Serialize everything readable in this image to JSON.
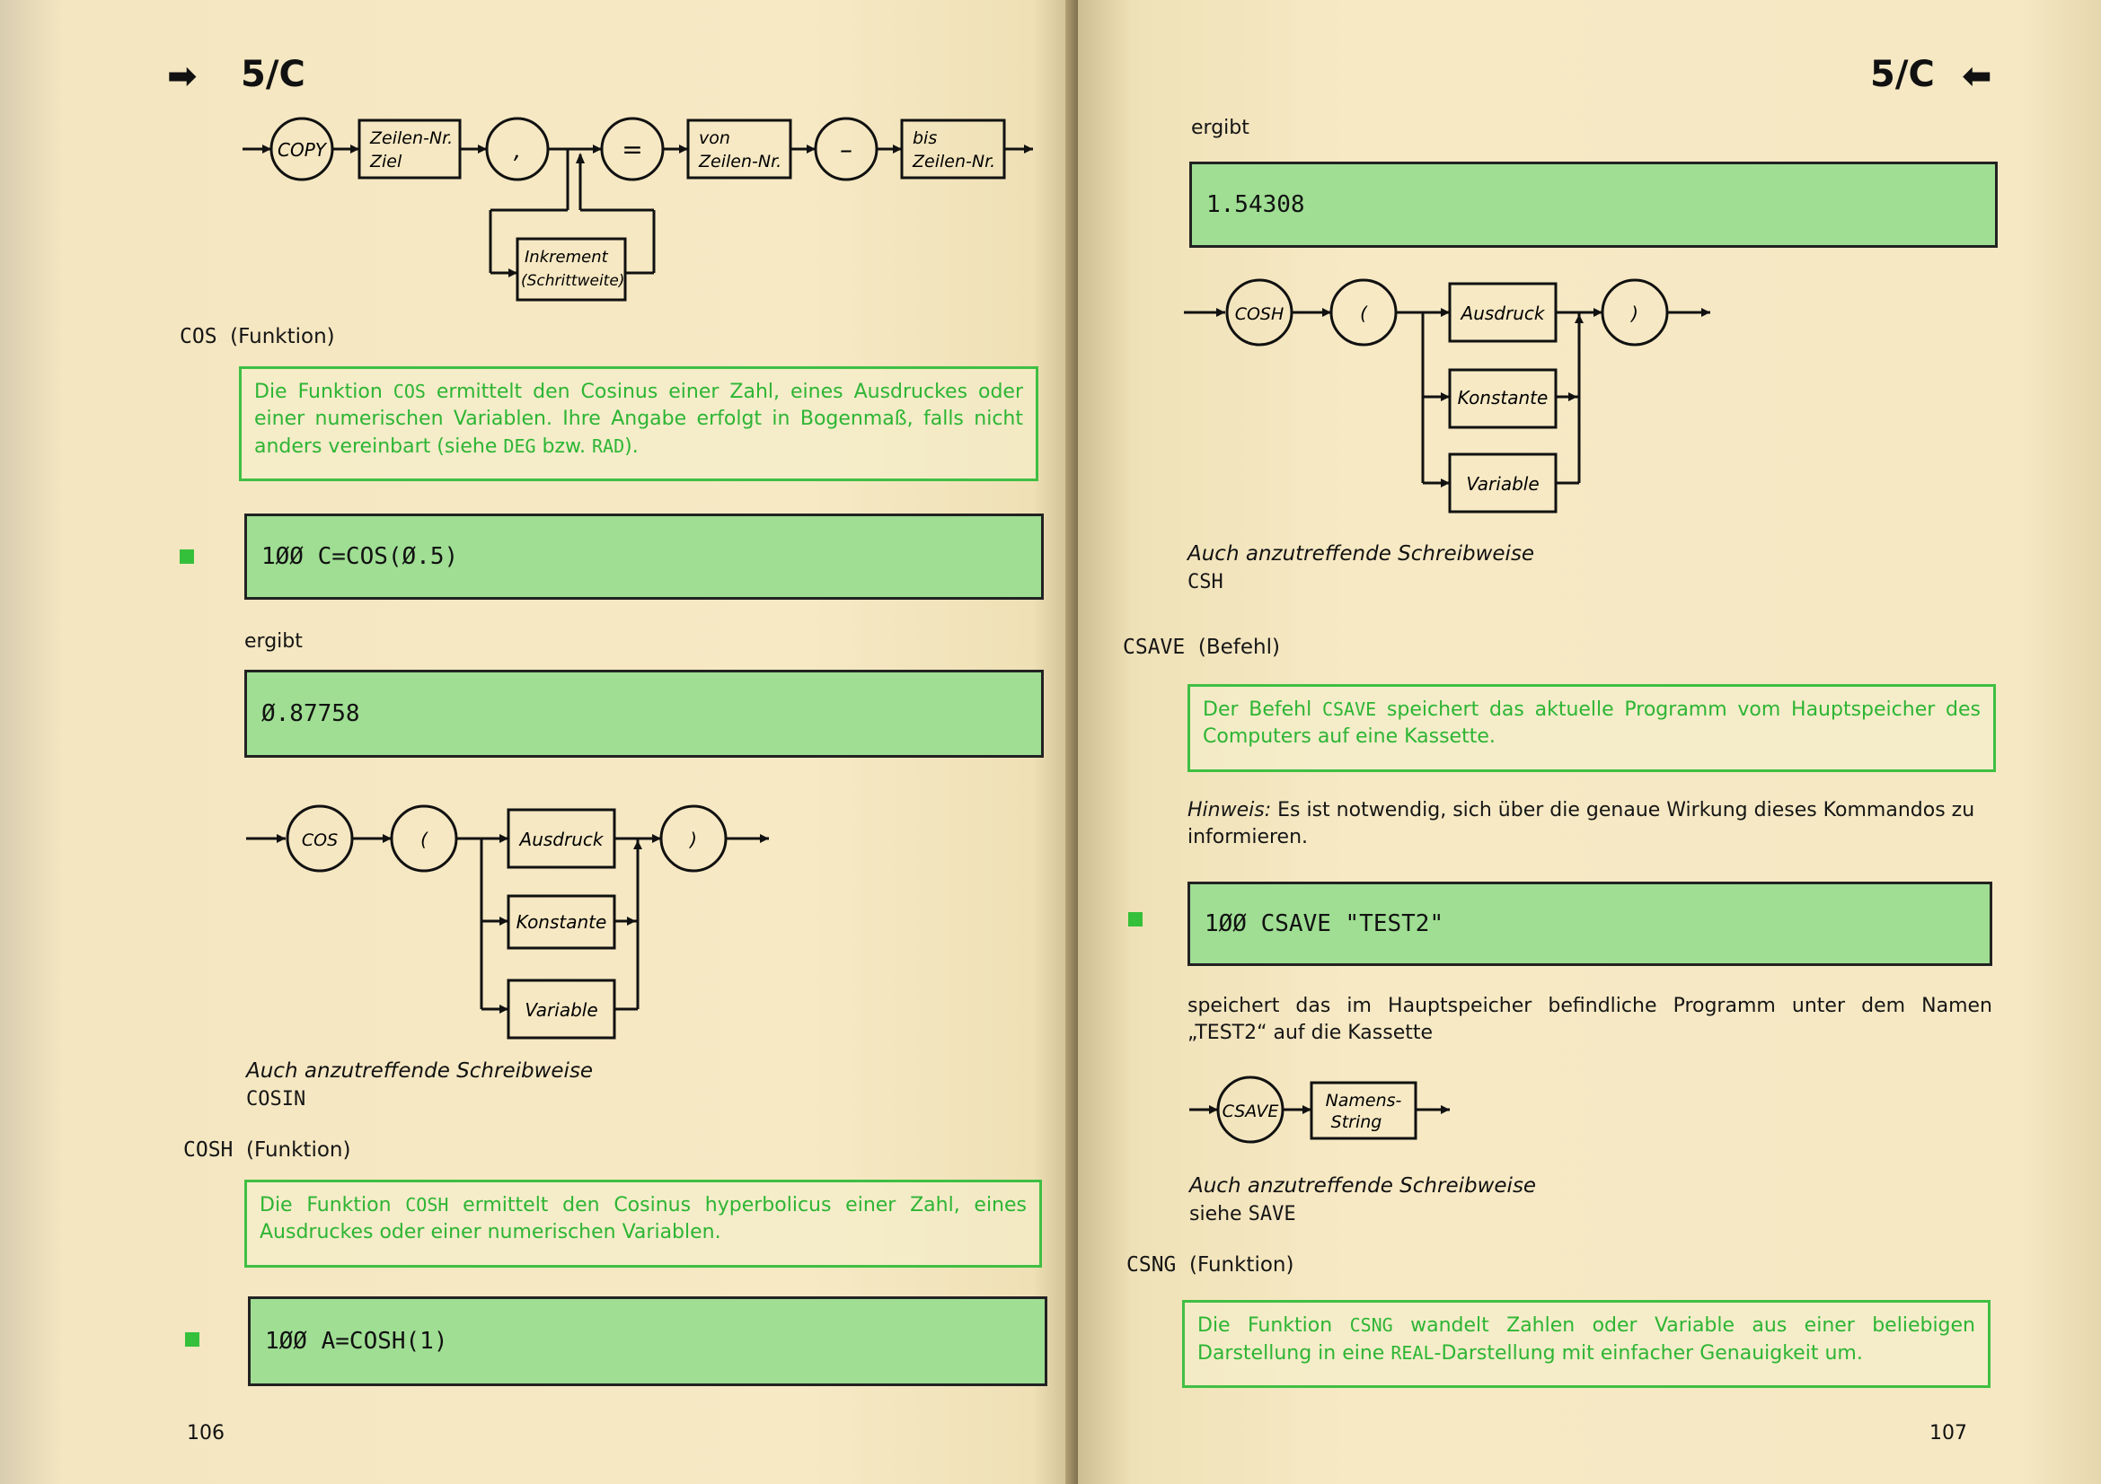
{
  "left": {
    "chapter": "5/C",
    "copy_diagram": {
      "copy": "COPY",
      "zeilen_ziel_1": "Zeilen-Nr.",
      "zeilen_ziel_2": "Ziel",
      "comma": ",",
      "equals": "=",
      "von_1": "von",
      "von_2": "Zeilen-Nr.",
      "dash": "–",
      "bis_1": "bis",
      "bis_2": "Zeilen-Nr.",
      "inkrement_1": "Inkrement",
      "inkrement_2": "(Schrittweite)"
    },
    "cos": {
      "keyword": "COS",
      "kind": "(Funktion)",
      "desc_1": "Die Funktion ",
      "desc_kw": "COS",
      "desc_2": " ermittelt den Cosinus einer Zahl, eines Ausdruckes oder einer numerischen Variablen. Ihre Angabe erfolgt in Bogenmaß, falls nicht anders vereinbart (siehe ",
      "desc_deg": "DEG",
      "desc_3": " bzw. ",
      "desc_rad": "RAD",
      "desc_4": ").",
      "code": "1ØØ C=COS(Ø.5)",
      "ergibt": "ergibt",
      "result": "Ø.87758",
      "diagram": {
        "func": "COS",
        "paren_open": "(",
        "ausdruck": "Ausdruck",
        "konstante": "Konstante",
        "variable": "Variable",
        "paren_close": ")"
      },
      "alt_label": "Auch anzutreffende Schreibweise",
      "alt_value": "COSIN"
    },
    "cosh": {
      "keyword": "COSH",
      "kind": "(Funktion)",
      "desc_1": "Die Funktion ",
      "desc_kw": "COSH",
      "desc_2": " ermittelt den Cosinus hyperbolicus einer Zahl, eines Ausdruckes oder einer numerischen Variablen.",
      "code": "1ØØ A=COSH(1)"
    },
    "page_number": "106"
  },
  "right": {
    "chapter": "5/C",
    "ergibt": "ergibt",
    "result": "1.54308",
    "cosh_diagram": {
      "func": "COSH",
      "paren_open": "(",
      "ausdruck": "Ausdruck",
      "konstante": "Konstante",
      "variable": "Variable",
      "paren_close": ")"
    },
    "cosh_alt_label": "Auch anzutreffende Schreibweise",
    "cosh_alt_value": "CSH",
    "csave": {
      "keyword": "CSAVE",
      "kind": "(Befehl)",
      "desc_1": "Der Befehl ",
      "desc_kw": "CSAVE",
      "desc_2": " speichert das aktuelle Programm vom Hauptspeicher des Computers auf eine Kassette.",
      "hint_label": "Hinweis:",
      "hint_text": " Es ist notwendig, sich über die genaue Wirkung dieses Kommandos zu informieren.",
      "code": "1ØØ CSAVE \"TEST2\"",
      "explain": "speichert das im Hauptspeicher befindliche Programm unter dem Namen „TEST2“ auf die Kassette",
      "diagram": {
        "func": "CSAVE",
        "name_1": "Namens-",
        "name_2": "String"
      },
      "alt_label": "Auch anzutreffende Schreibweise",
      "alt_prefix": "siehe ",
      "alt_value": "SAVE"
    },
    "csng": {
      "keyword": "CSNG",
      "kind": "(Funktion)",
      "desc_1": "Die Funktion ",
      "desc_kw": "CSNG",
      "desc_2": " wandelt Zahlen oder Variable aus einer beliebigen Darstellung in eine ",
      "desc_real": "REAL",
      "desc_3": "-Darstellung mit einfacher Genauigkeit um."
    },
    "page_number": "107"
  },
  "colors": {
    "accent_green": "#2db534",
    "code_bg": "#9fde93",
    "paper": "#f5e8c2"
  }
}
